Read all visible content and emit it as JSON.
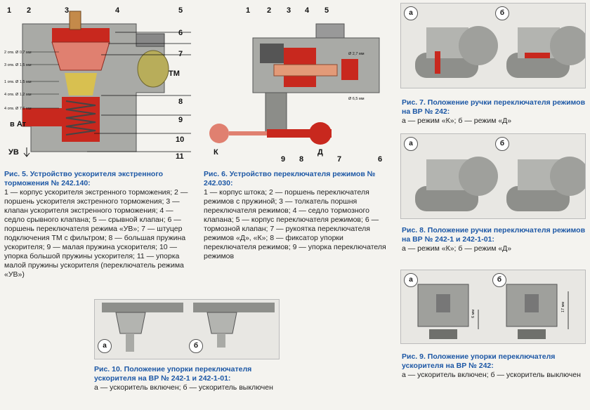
{
  "fig5": {
    "title": "Рис. 5. Устройство ускорителя экстренного торможения № 242.140:",
    "text": "1 — корпус ускорителя экстренного торможения; 2 — поршень ускорителя экстренного торможения; 3 — клапан ускорителя экстренного торможения; 4 — седло срывного клапана; 5 — срывной клапан; 6 — поршень переключателя режима «УВ»; 7 — штуцер подключения ТМ с фильтром; 8 — большая пружина ускорителя; 9 — малая пружина ускорителя; 10 — упорка большой пружины ускорителя; 11 — упорка малой пружины ускорителя (переключатель режима «УВ»)",
    "labels": [
      "1",
      "2",
      "3",
      "4",
      "5",
      "6",
      "7",
      "8",
      "9",
      "10",
      "11"
    ],
    "holes": [
      "2 отв. Ø 0,7 мм",
      "3 отв. Ø 1,5 мм",
      "1 отв. Ø 1,5 мм",
      "4 отв. Ø 1,2 мм",
      "4 отв. Ø 7,6 мм"
    ],
    "tm": "ТМ",
    "vat": "в Ат",
    "uv": "УВ"
  },
  "fig6": {
    "title": "Рис. 6. Устройство переключателя режимов № 242.030:",
    "text": "1 — корпус штока; 2 — поршень переключателя режимов с пружиной; 3 — толкатель поршня переключателя режимов; 4 — седло тормозного клапана; 5 — корпус переключателя режимов; 6 — тормозной клапан; 7 — рукоятка переключателя режимов «Д», «К»; 8 — фиксатор упорки переключателя режимов; 9 — упорка переключателя режимов",
    "labels_top": [
      "1",
      "2",
      "3",
      "4",
      "5"
    ],
    "labels_bottom": [
      "9",
      "8",
      "7",
      "6"
    ],
    "k": "К",
    "d": "Д",
    "d1": "Ø 2,7 мм",
    "d2": "Ø 6,5 мм"
  },
  "fig7": {
    "title": "Рис. 7. Положение ручки переключателя режимов на ВР № 242:",
    "text": "а — режим «К»; б — режим «Д»",
    "a": "а",
    "b": "б"
  },
  "fig8": {
    "title": "Рис. 8. Положение ручки переключателя режимов на ВР № 242-1 и 242-1-01:",
    "text": "а — режим «К»; б — режим «Д»",
    "a": "а",
    "b": "б"
  },
  "fig9": {
    "title": "Рис. 9. Положение упорки переключателя ускорителя на ВР № 242:",
    "text": "а — ускоритель включен; б — ускоритель выключен",
    "a": "а",
    "b": "б",
    "m1": "6 мм",
    "m2": "17 мм"
  },
  "fig10": {
    "title": "Рис. 10. Положение упорки переключателя ускорителя на ВР № 242-1 и 242-1-01:",
    "text": "а — ускоритель включен; б — ускоритель выключен",
    "a": "а",
    "b": "б"
  },
  "colors": {
    "caption_title": "#1c57a5",
    "red_part": "#c8281e",
    "body_gray": "#a9aaa6",
    "pipe_olive": "#b8ad5a"
  }
}
